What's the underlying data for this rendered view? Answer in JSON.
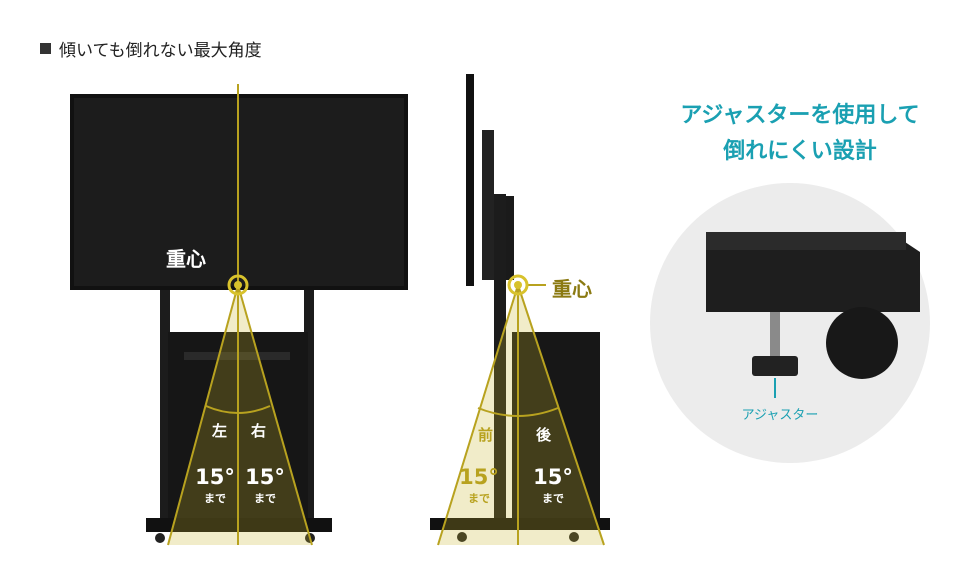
{
  "heading": "傾いても倒れない最大角度",
  "headline": [
    "アジャスターを使用して",
    "倒れにくい設計"
  ],
  "center_of_gravity": "重心",
  "front_view": {
    "left": {
      "direction": "左",
      "angle": "15°",
      "suffix": "まで"
    },
    "right": {
      "direction": "右",
      "angle": "15°",
      "suffix": "まで"
    }
  },
  "side_view": {
    "front": {
      "direction": "前",
      "angle": "15°",
      "suffix": "まで"
    },
    "back": {
      "direction": "後",
      "angle": "15°",
      "suffix": "まで"
    }
  },
  "adjuster_label": "アジャスター",
  "colors": {
    "accent": "#1aa0b2",
    "guide": "#b8a21f",
    "product": "#1a1a1a"
  }
}
